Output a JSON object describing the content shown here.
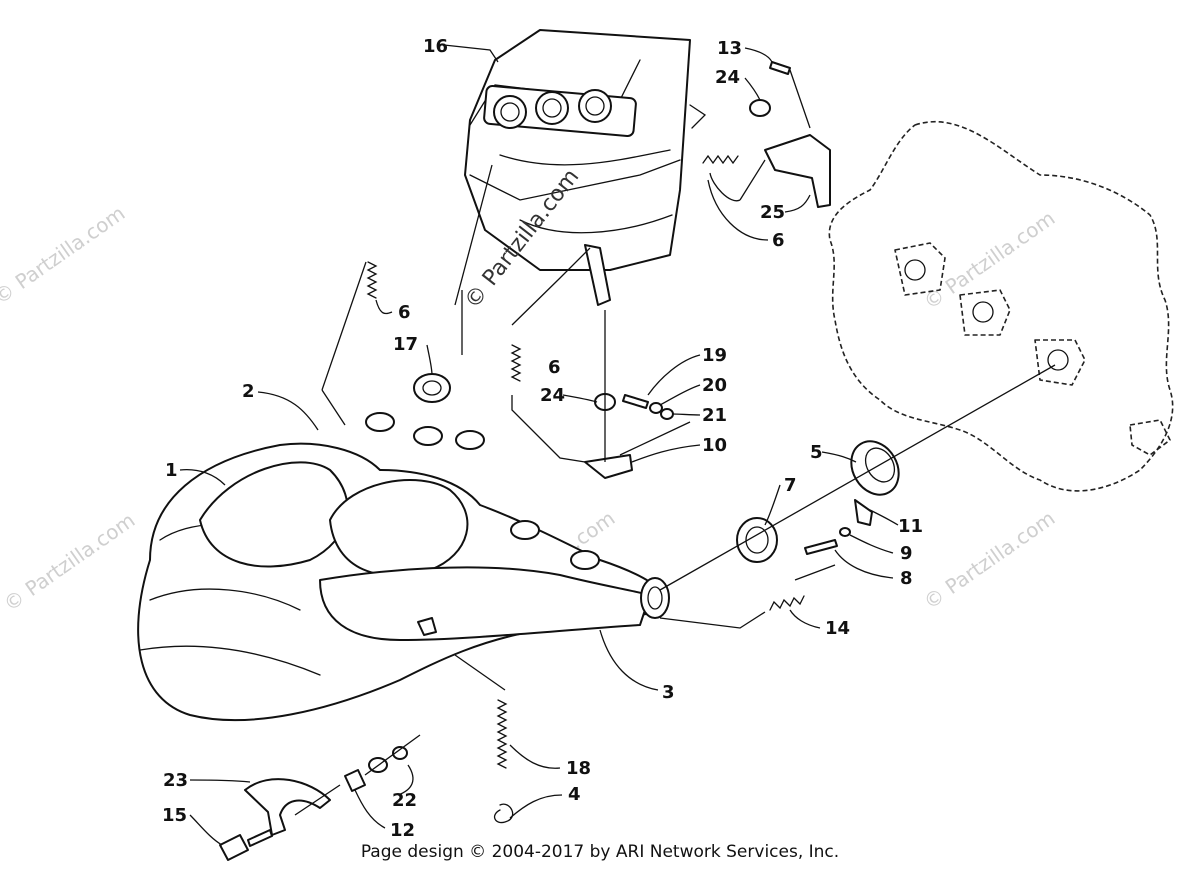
{
  "watermarks": {
    "main": "© Partzilla.com",
    "repeat": "© Partzilla.com"
  },
  "callouts": {
    "c1": "1",
    "c2": "2",
    "c3": "3",
    "c4": "4",
    "c5": "5",
    "c6a": "6",
    "c6b": "6",
    "c6c": "6",
    "c7": "7",
    "c8": "8",
    "c9": "9",
    "c10": "10",
    "c11": "11",
    "c12": "12",
    "c13": "13",
    "c14": "14",
    "c15": "15",
    "c16": "16",
    "c17": "17",
    "c18": "18",
    "c19": "19",
    "c20": "20",
    "c21": "21",
    "c22": "22",
    "c23": "23",
    "c24a": "24",
    "c24b": "24",
    "c25": "25"
  },
  "footer": {
    "copyright": "Page design © 2004-2017 by ARI Network Services, Inc."
  }
}
